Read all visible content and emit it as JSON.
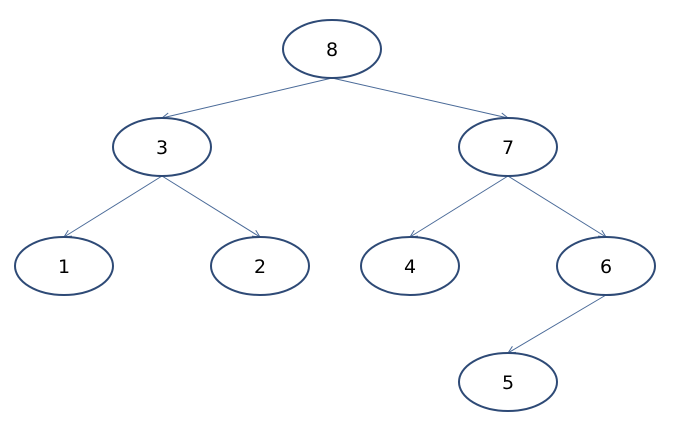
{
  "tree": {
    "nodes": [
      {
        "id": "n8",
        "label": "8"
      },
      {
        "id": "n3",
        "label": "3"
      },
      {
        "id": "n7",
        "label": "7"
      },
      {
        "id": "n1",
        "label": "1"
      },
      {
        "id": "n2",
        "label": "2"
      },
      {
        "id": "n4",
        "label": "4"
      },
      {
        "id": "n6",
        "label": "6"
      },
      {
        "id": "n5",
        "label": "5"
      }
    ],
    "edges": [
      {
        "from": "n8",
        "to": "n3"
      },
      {
        "from": "n8",
        "to": "n7"
      },
      {
        "from": "n3",
        "to": "n1"
      },
      {
        "from": "n3",
        "to": "n2"
      },
      {
        "from": "n7",
        "to": "n4"
      },
      {
        "from": "n7",
        "to": "n6"
      },
      {
        "from": "n6",
        "to": "n5"
      }
    ],
    "colors": {
      "node_stroke": "#2e4a76",
      "edge": "#4a6a98",
      "text": "#000000",
      "background": "#ffffff"
    }
  }
}
